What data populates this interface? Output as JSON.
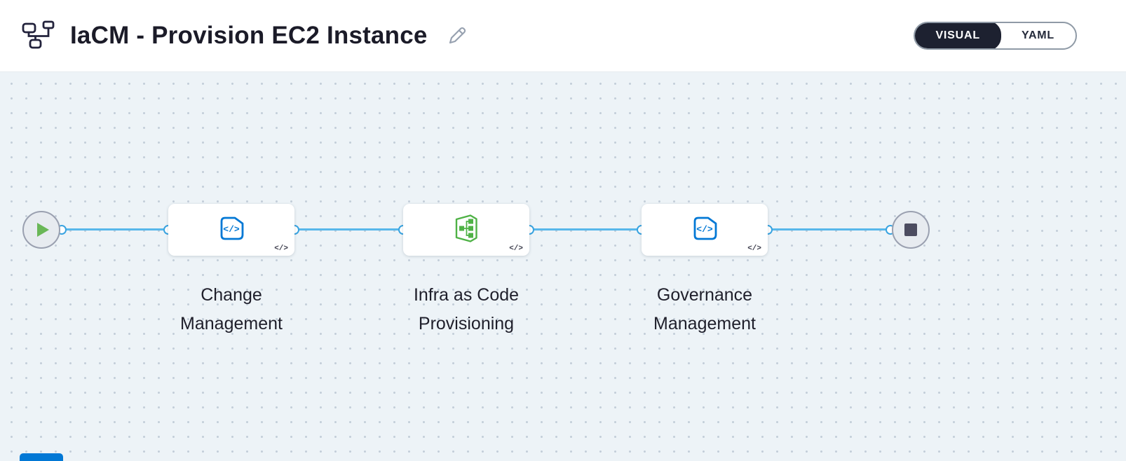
{
  "header": {
    "title": "IaCM - Provision EC2 Instance",
    "toggle": {
      "visual_label": "VISUAL",
      "yaml_label": "YAML",
      "selected": "VISUAL"
    }
  },
  "canvas": {
    "code_badge": "</>",
    "start_node_icon": "play-icon",
    "end_node_icon": "stop-icon",
    "stages": [
      {
        "name": "Change Management",
        "icon": "iacm-code-stage-icon",
        "accent": "#0278d5"
      },
      {
        "name": "Infra as Code Provisioning",
        "icon": "infra-provisioning-icon",
        "accent": "#4fb246"
      },
      {
        "name": "Governance Management",
        "icon": "iacm-code-stage-icon",
        "accent": "#0278d5"
      }
    ]
  },
  "colors": {
    "accent_blue": "#0278d5",
    "connector_blue": "#58b7ea",
    "stage_green": "#4fb246",
    "toggle_dark": "#1d2130",
    "canvas_bg": "#edf3f7"
  }
}
